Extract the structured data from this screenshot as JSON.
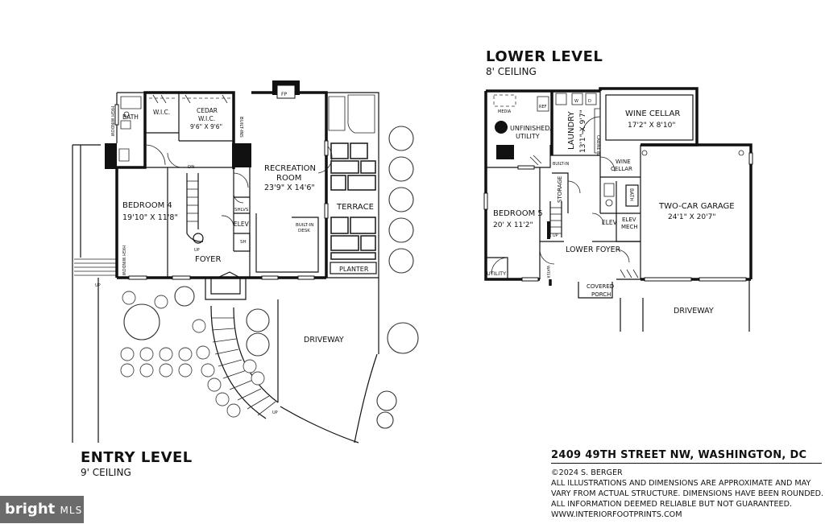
{
  "entry_level": {
    "title": "ENTRY LEVEL",
    "ceiling": "9' CEILING",
    "rooms": {
      "bath": "BATH",
      "wic": "W.I.C.",
      "cedar_wic": "CEDAR",
      "cedar_wic2": "W.I.C.",
      "cedar_dim": "9'6\" X 9'6\"",
      "built_ins": "BUILT-INS",
      "high_window_top": "HIGH WINDOW",
      "high_window_left": "HIGH WINDOW",
      "fp": "FP",
      "recreation": "RECREATION",
      "recreation2": "ROOM",
      "recreation_dim": "23'9\" X 14'6\"",
      "terrace": "TERRACE",
      "bedroom4": "BEDROOM 4",
      "bedroom4_dim": "19'10\" X 11'8\"",
      "dn": "DN",
      "shlvs": "SHLVS",
      "elev": "ELEV",
      "sh": "SH",
      "built_in_desk": "BUILT-IN",
      "built_in_desk2": "DESK",
      "foyer": "FOYER",
      "up_stair": "UP",
      "planter": "PLANTER",
      "driveway": "DRIVEWAY",
      "up_left": "UP",
      "up_front": "UP"
    }
  },
  "lower_level": {
    "title": "LOWER LEVEL",
    "ceiling": "8' CEILING",
    "rooms": {
      "media": "MEDIA",
      "ref": "REF",
      "w": "W",
      "d": "D",
      "unfinished": "UNFINISHED/",
      "utility": "UTILITY",
      "laundry": "LAUNDRY",
      "laundry_dim": "13'1\" X 9'7\"",
      "cabinets": "CABINETS",
      "wine_cellar": "WINE CELLAR",
      "wine_cellar_dim": "17'2\" X 8'10\"",
      "wine_small": "WINE",
      "wine_small2": "CELLAR",
      "built_in": "BUILT-IN",
      "storage": "STORAGE",
      "bath": "BATH",
      "garage": "TWO-CAR GARAGE",
      "garage_dim": "24'1\" X 20'7\"",
      "bedroom5": "BEDROOM 5",
      "bedroom5_dim": "20' X 11'2\"",
      "elev": "ELEV",
      "elev_mech": "ELEV",
      "elev_mech2": "MECH",
      "up": "UP",
      "lower_foyer": "LOWER FOYER",
      "utility_small": "UTILITY",
      "water": "WATER",
      "covered": "COVERED",
      "porch": "PORCH",
      "driveway": "DRIVEWAY"
    }
  },
  "info": {
    "address": "2409 49TH STREET NW, WASHINGTON, DC",
    "lines": [
      "©2024 S. BERGER",
      "ALL ILLUSTRATIONS AND DIMENSIONS ARE APPROXIMATE AND MAY",
      "VARY FROM ACTUAL STRUCTURE. DIMENSIONS HAVE BEEN ROUNDED.",
      "ALL INFORMATION DEEMED RELIABLE BUT NOT GUARANTEED.",
      "WWW.INTERIORFOOTPRINTS.COM"
    ]
  },
  "logo": {
    "brand": "bright",
    "suffix": "MLS"
  }
}
